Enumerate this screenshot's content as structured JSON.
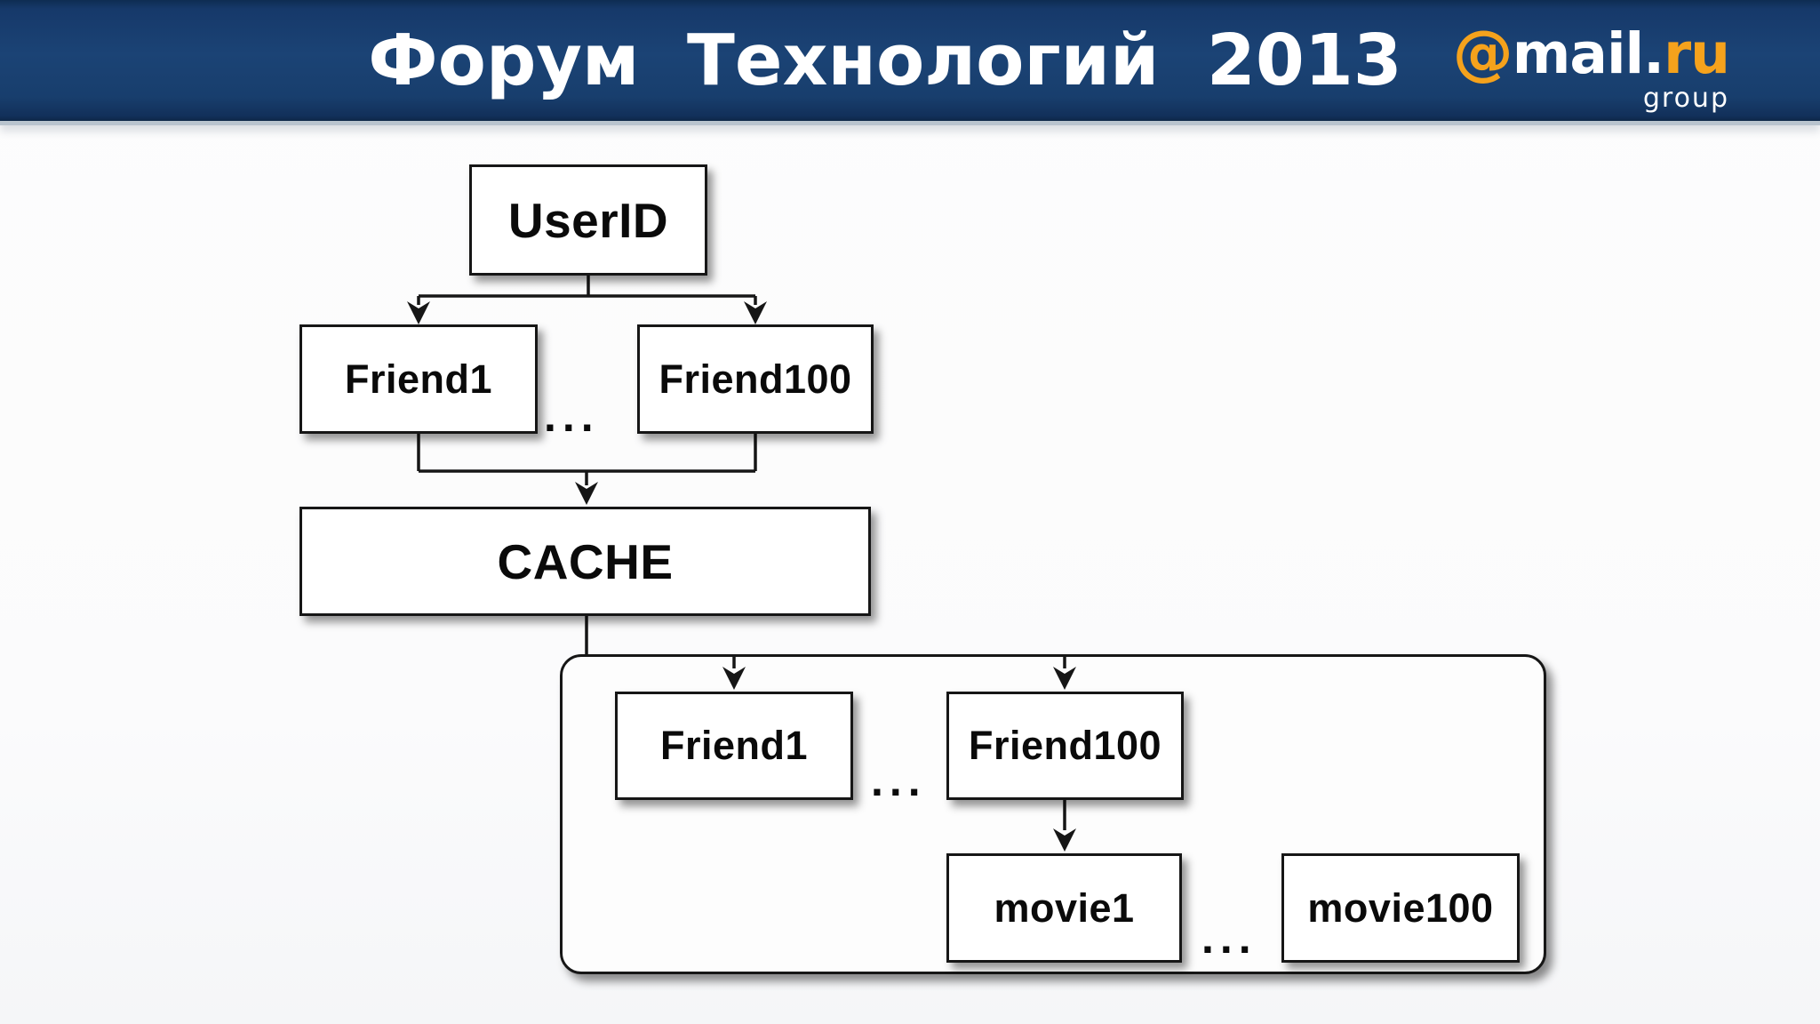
{
  "header": {
    "title": "Форум Технологий 2013",
    "logo": {
      "at": "@",
      "mail": "mail",
      "dot": ".",
      "ru": "ru",
      "group": "group"
    }
  },
  "diagram": {
    "nodes": {
      "userid": "UserID",
      "friend1": "Friend1",
      "friend100": "Friend100",
      "cache": "CACHE",
      "cached_friend1": "Friend1",
      "cached_friend100": "Friend100",
      "movie1": "movie1",
      "movie100": "movie100"
    },
    "ellipsis": "...",
    "colors": {
      "header_navy": "#1B4375",
      "logo_orange": "#F5A21C",
      "line_black": "#161616",
      "box_fill": "#FFFFFF",
      "canvas_bg": "#FBFBFC"
    }
  }
}
